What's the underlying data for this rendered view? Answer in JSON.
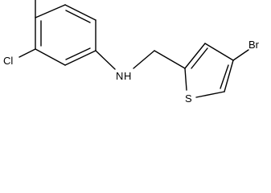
{
  "molecule": {
    "atoms": {
      "chlorine": "Cl",
      "amine": "N",
      "amine_h": "H",
      "bromine": "Br",
      "sulfur": "S"
    },
    "colors": {
      "bond": "#000000",
      "label": "#000000",
      "background": "#ffffff"
    }
  }
}
